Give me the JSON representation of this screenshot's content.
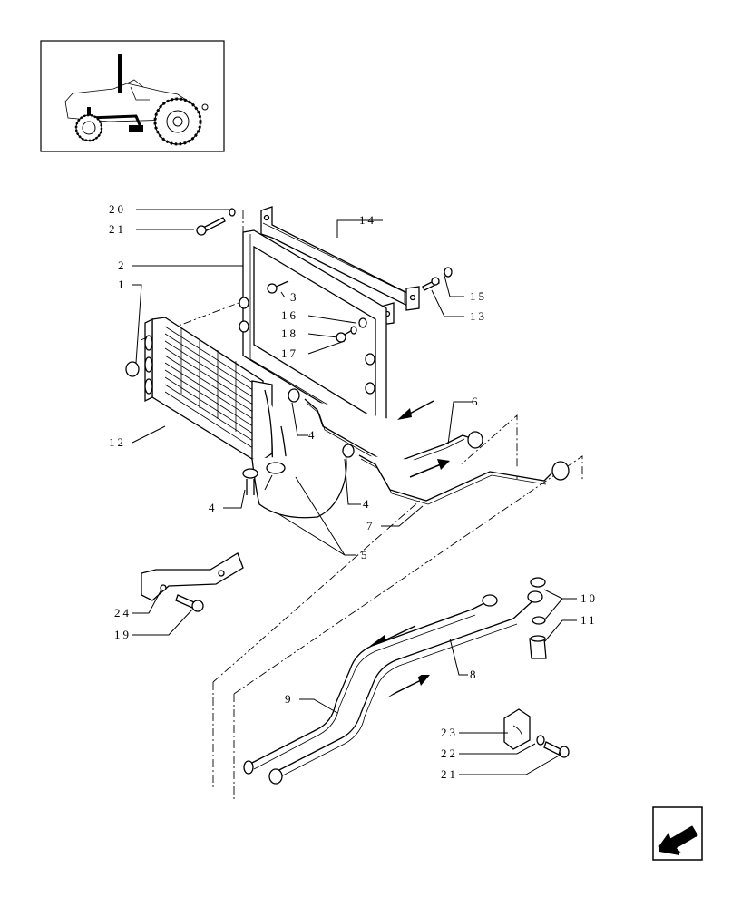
{
  "callouts": {
    "c20": "20",
    "c21a": "21",
    "c14": "14",
    "c2": "2",
    "c1": "1",
    "c3": "3",
    "c15": "15",
    "c16": "16",
    "c13": "13",
    "c18": "18",
    "c17": "17",
    "c6": "6",
    "c12": "12",
    "c4a": "4",
    "c4b": "4",
    "c4c": "4",
    "c7": "7",
    "c5": "5",
    "c10": "10",
    "c11": "11",
    "c24": "24",
    "c19": "19",
    "c8": "8",
    "c9": "9",
    "c23": "23",
    "c22": "22",
    "c21b": "21"
  },
  "icons": {
    "thumbnail": "tractor-location-icon",
    "nav": "previous-page-arrow-icon"
  },
  "colors": {
    "ink": "#000000",
    "paper": "#ffffff"
  }
}
